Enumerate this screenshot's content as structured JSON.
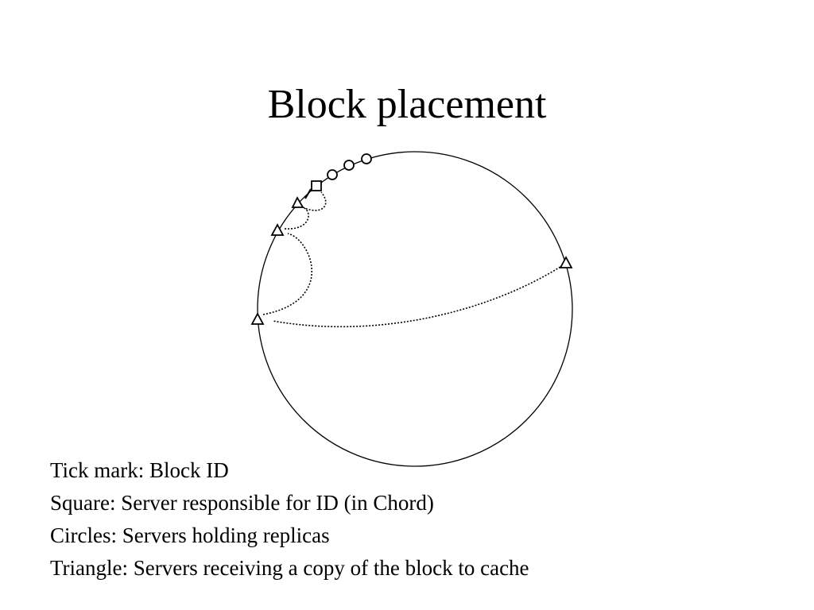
{
  "slide": {
    "title": "Block placement"
  },
  "diagram": {
    "elements": {
      "ring": "Chord identifier ring",
      "tick": "Block ID",
      "square": "Server responsible for ID",
      "circles": 3,
      "triangles": 4
    }
  },
  "legend": [
    "Tick mark: Block ID",
    "Square: Server responsible for ID (in Chord)",
    "Circles: Servers holding replicas",
    "Triangle: Servers receiving a copy of the block to cache"
  ]
}
